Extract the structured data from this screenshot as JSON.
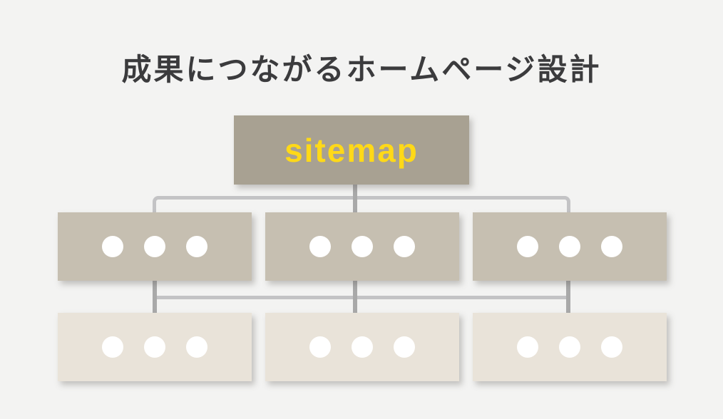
{
  "page": {
    "background_color": "#f3f3f2"
  },
  "title": {
    "text": "成果につながるホームページ設計",
    "color": "#3b3b3d"
  },
  "diagram": {
    "root": {
      "label": "sitemap",
      "box_color": "#a8a192",
      "label_color": "#ffd918"
    },
    "level1": {
      "box_color": "#c6bfb1",
      "boxes": [
        {
          "dots": 3
        },
        {
          "dots": 3
        },
        {
          "dots": 3
        }
      ]
    },
    "level2": {
      "box_color": "#e9e3d9",
      "boxes": [
        {
          "dots": 3
        },
        {
          "dots": 3
        },
        {
          "dots": 3
        }
      ]
    },
    "dot_color": "#ffffff",
    "connectors": {
      "vertical_color": "#a9a9a9",
      "horizontal_color": "#c3c3c5"
    }
  }
}
